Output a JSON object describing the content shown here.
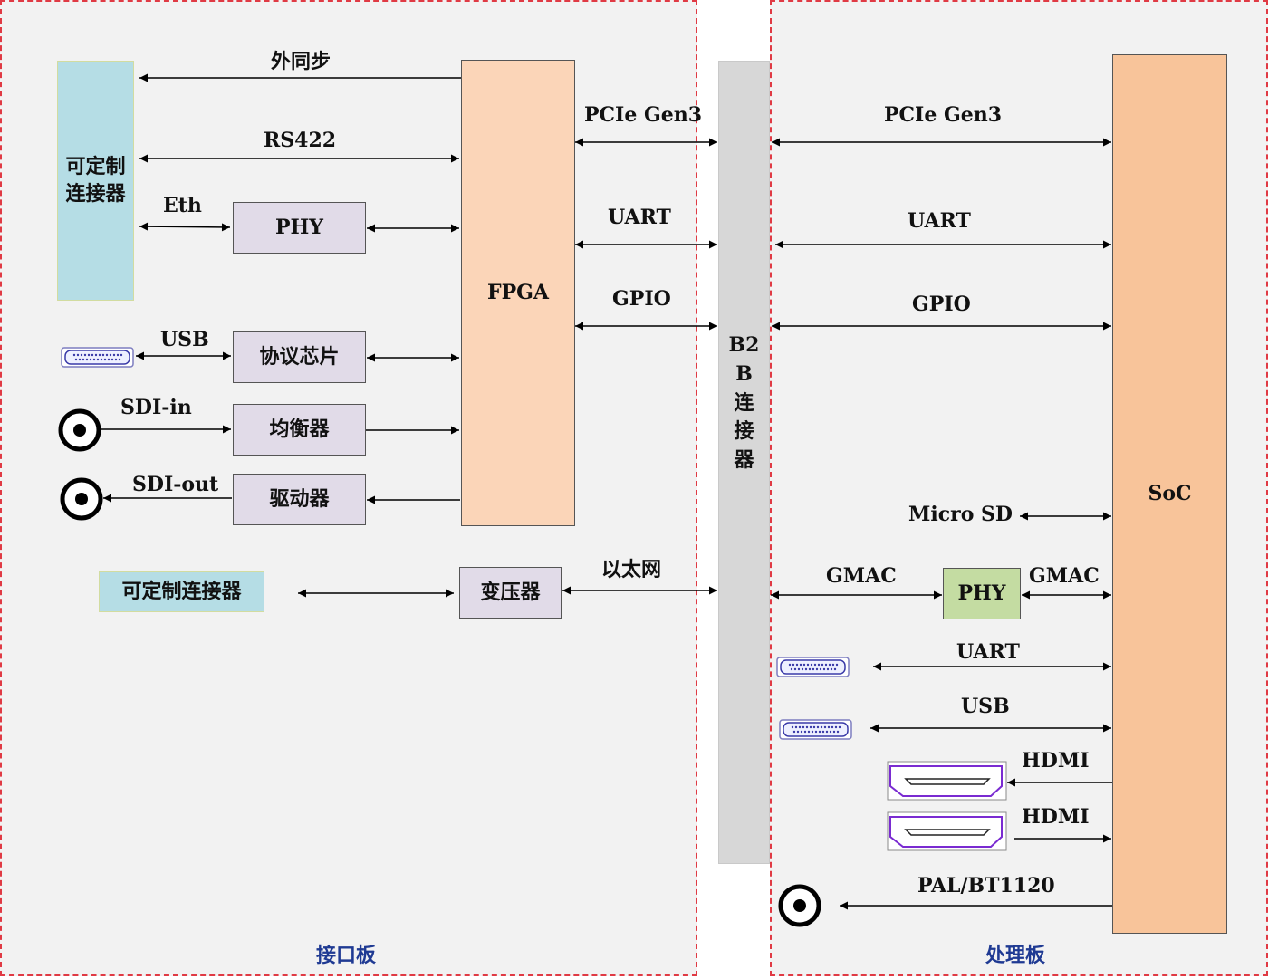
{
  "left_board": {
    "caption": "接口板",
    "custom_connector_top": "可定制\n连接器",
    "phy": "PHY",
    "protocol_chip": "协议芯片",
    "equalizer": "均衡器",
    "driver": "驱动器",
    "fpga": "FPGA",
    "custom_connector_bottom": "可定制连接器",
    "transformer": "变压器",
    "signals": {
      "ext_sync": "外同步",
      "rs422": "RS422",
      "eth": "Eth",
      "usb": "USB",
      "sdi_in": "SDI-in",
      "sdi_out": "SDI-out",
      "pcie": "PCIe Gen3",
      "uart": "UART",
      "gpio": "GPIO",
      "ethernet": "以太网"
    }
  },
  "b2b": {
    "label": "B2\nB\n连\n接\n器"
  },
  "right_board": {
    "caption": "处理板",
    "soc": "SoC",
    "phy": "PHY",
    "signals": {
      "pcie": "PCIe Gen3",
      "uart": "UART",
      "gpio": "GPIO",
      "micro_sd": "Micro SD",
      "gmac_left": "GMAC",
      "gmac_right": "GMAC",
      "uart2": "UART",
      "usb": "USB",
      "hdmi1": "HDMI",
      "hdmi2": "HDMI",
      "pal": "PAL/BT1120"
    }
  },
  "colors": {
    "panel_border": "#e03a44",
    "caption": "#1f3a93",
    "phy_box": "#e1dbe8",
    "fpga": "#fbd5b8",
    "soc": "#f8c49a",
    "connector": "#b5dde5",
    "b2b": "#d7d7d7",
    "phy_right": "#c4dca2"
  }
}
